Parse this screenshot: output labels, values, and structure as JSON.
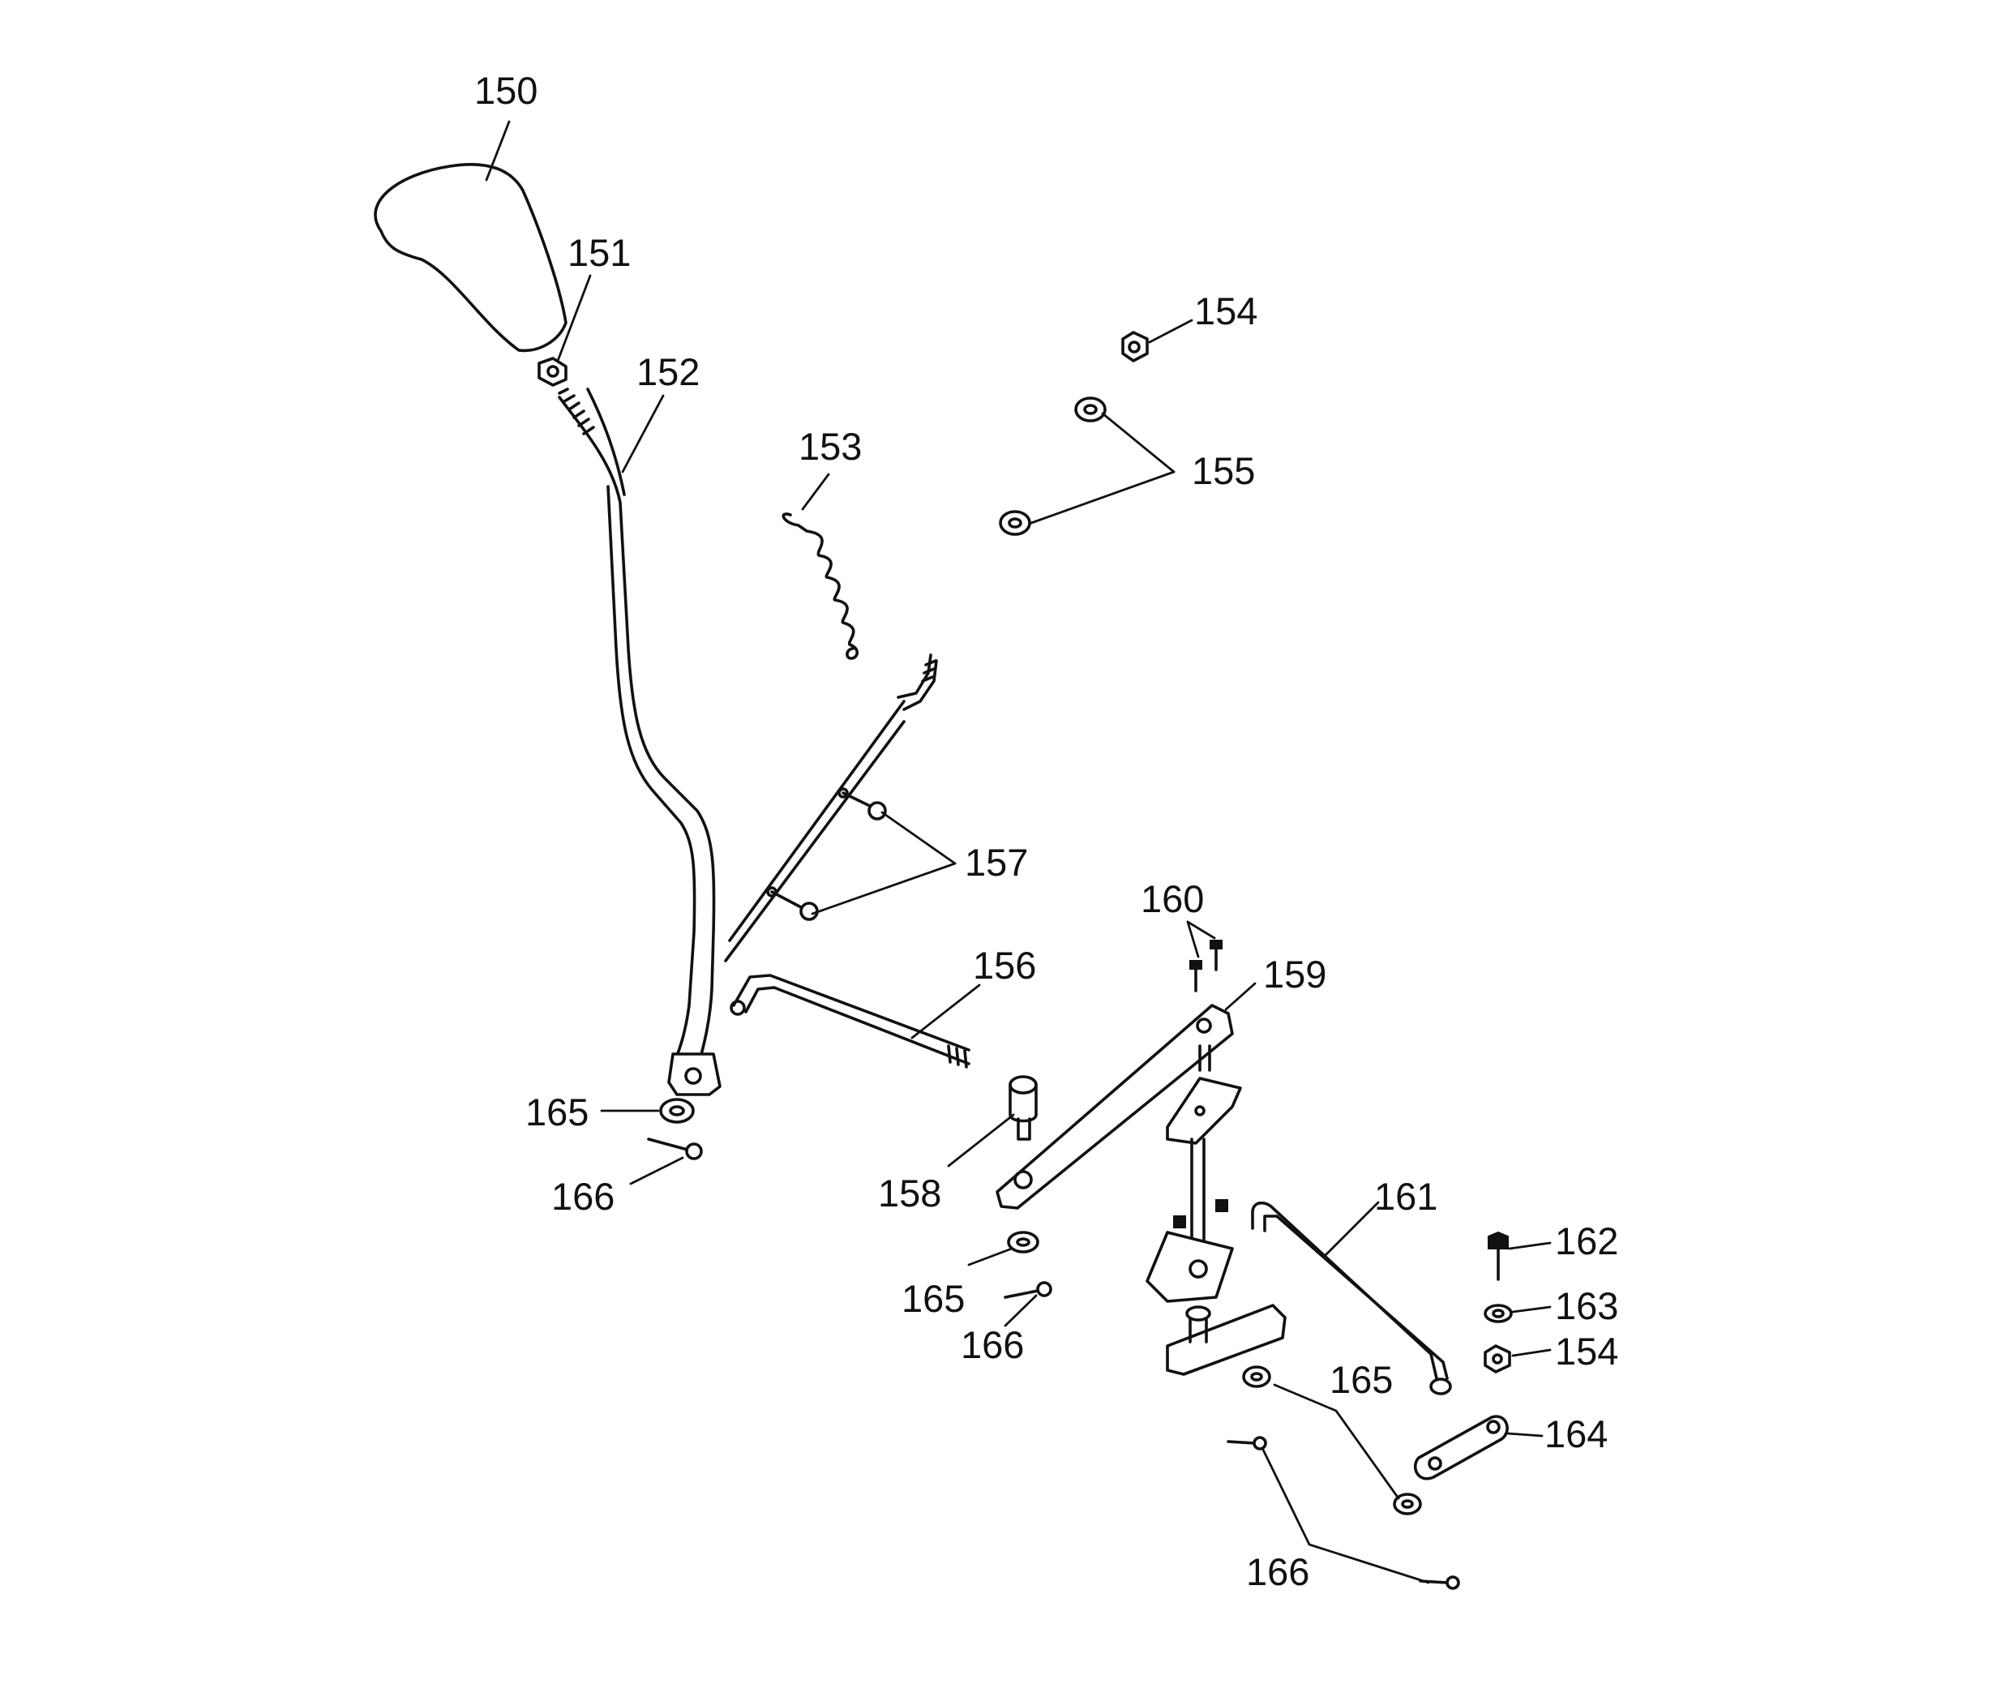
{
  "callouts": [
    {
      "id": "150",
      "text": "150"
    },
    {
      "id": "151",
      "text": "151"
    },
    {
      "id": "152",
      "text": "152"
    },
    {
      "id": "153",
      "text": "153"
    },
    {
      "id": "154a",
      "text": "154"
    },
    {
      "id": "155",
      "text": "155"
    },
    {
      "id": "156",
      "text": "156"
    },
    {
      "id": "157",
      "text": "157"
    },
    {
      "id": "158",
      "text": "158"
    },
    {
      "id": "159",
      "text": "159"
    },
    {
      "id": "160",
      "text": "160"
    },
    {
      "id": "161",
      "text": "161"
    },
    {
      "id": "162",
      "text": "162"
    },
    {
      "id": "163",
      "text": "163"
    },
    {
      "id": "154b",
      "text": "154"
    },
    {
      "id": "164",
      "text": "164"
    },
    {
      "id": "165a",
      "text": "165"
    },
    {
      "id": "166a",
      "text": "166"
    },
    {
      "id": "165b",
      "text": "165"
    },
    {
      "id": "166b",
      "text": "166"
    },
    {
      "id": "165c",
      "text": "165"
    },
    {
      "id": "166c",
      "text": "166"
    }
  ]
}
